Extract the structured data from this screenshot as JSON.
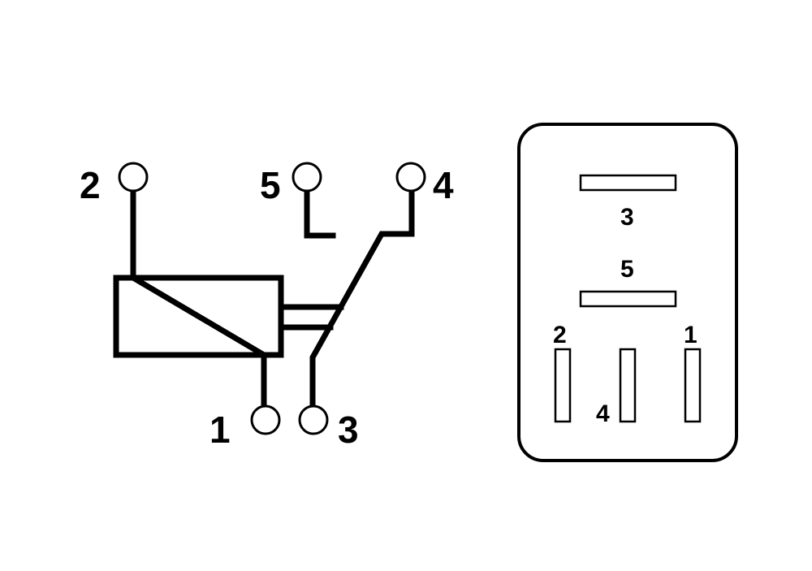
{
  "schematic": {
    "labels": {
      "pin2": "2",
      "pin5": "5",
      "pin4": "4",
      "pin1": "1",
      "pin3": "3"
    }
  },
  "footprint": {
    "labels": {
      "pin3": "3",
      "pin5": "5",
      "pin2": "2",
      "pin1": "1",
      "pin4": "4"
    }
  },
  "colors": {
    "line": "#000000",
    "background": "#ffffff"
  }
}
